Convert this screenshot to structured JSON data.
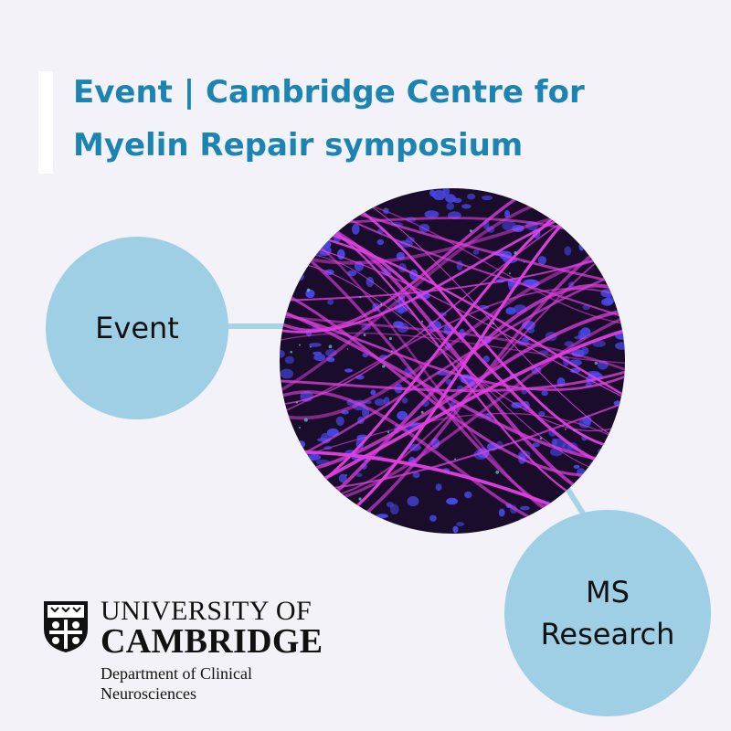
{
  "title": {
    "line1": "Event | Cambridge Centre for",
    "line2": "Myelin Repair symposium"
  },
  "bubbles": {
    "event_label": "Event",
    "ms_line1": "MS",
    "ms_line2": "Research"
  },
  "logo": {
    "university_line1": "UNIVERSITY OF",
    "university_line2": "CAMBRIDGE",
    "department_line1": "Department of Clinical",
    "department_line2": "Neurosciences"
  },
  "colors": {
    "background": "#f3f2f8",
    "title": "#1b84b2",
    "bubble": "#9fcfe4",
    "connector": "#a6d3e6",
    "fibre": "#e040e0",
    "nuclei": "#4a4aee"
  },
  "image": {
    "subject": "microscopy image of fluorescent neural fibres"
  }
}
